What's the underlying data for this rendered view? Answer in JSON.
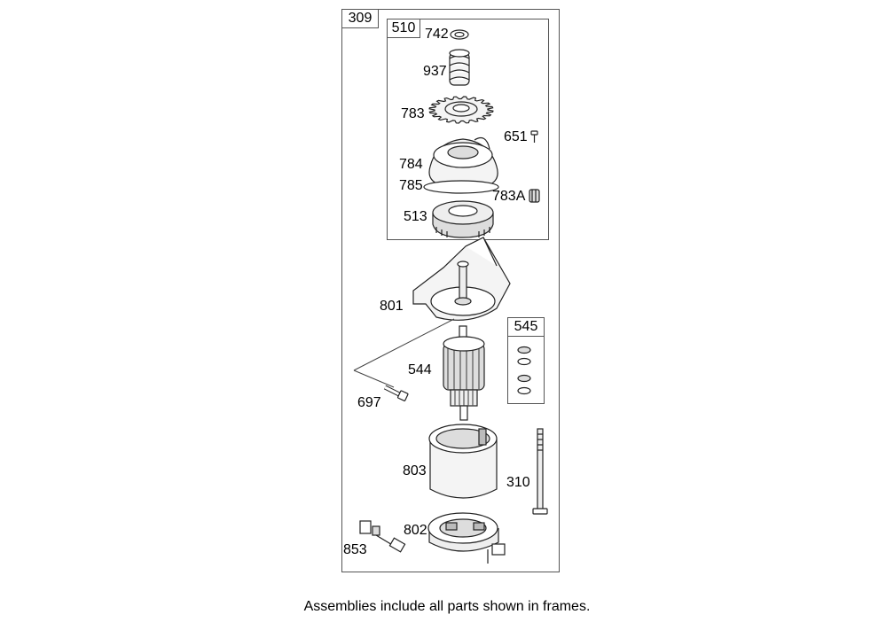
{
  "assemblies": {
    "main": "309",
    "drive": "510",
    "washers": "545"
  },
  "parts": {
    "p742": "742",
    "p937": "937",
    "p783": "783",
    "p651": "651",
    "p784": "784",
    "p785": "785",
    "p783a": "783A",
    "p513": "513",
    "p801": "801",
    "p544": "544",
    "p697": "697",
    "p803": "803",
    "p310": "310",
    "p802": "802",
    "p853": "853"
  },
  "footnote": "Assemblies include all parts shown in frames.",
  "colors": {
    "line": "#222222",
    "frame": "#555555",
    "fill": "#f4f4f4",
    "shade": "#cccccc"
  }
}
